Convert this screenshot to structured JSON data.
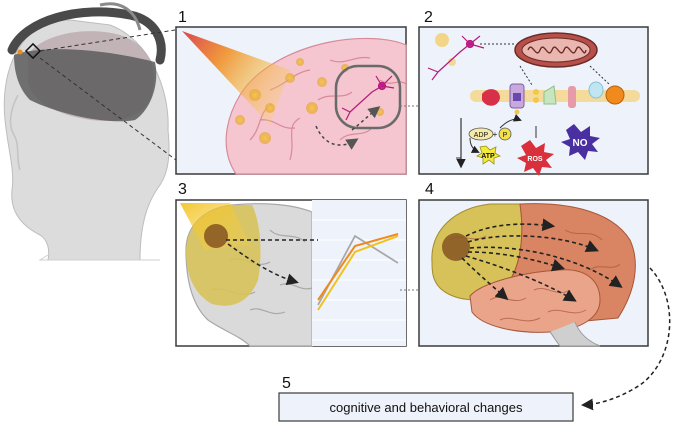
{
  "panels": {
    "p1": "1",
    "p2": "2",
    "p3": "3",
    "p4": "4",
    "p5": "5"
  },
  "molecules": {
    "adp": "ADP",
    "p": "P",
    "atp": "ATP",
    "ros": "ROS",
    "no": "NO"
  },
  "outcome": "cognitive and behavioral changes",
  "colors": {
    "panel_border": "#3a3a3a",
    "panel_bg": "#eef3fb",
    "brain_pink": "#f5c6cf",
    "light_yellow": "#f3c84a",
    "ros_red": "#d9303c",
    "no_purple": "#4a2fa0",
    "region_yellow": "#d7c25a",
    "region_orange": "#d98462",
    "graph_orange": "#f08a1c",
    "graph_yellow": "#f2c21c"
  }
}
